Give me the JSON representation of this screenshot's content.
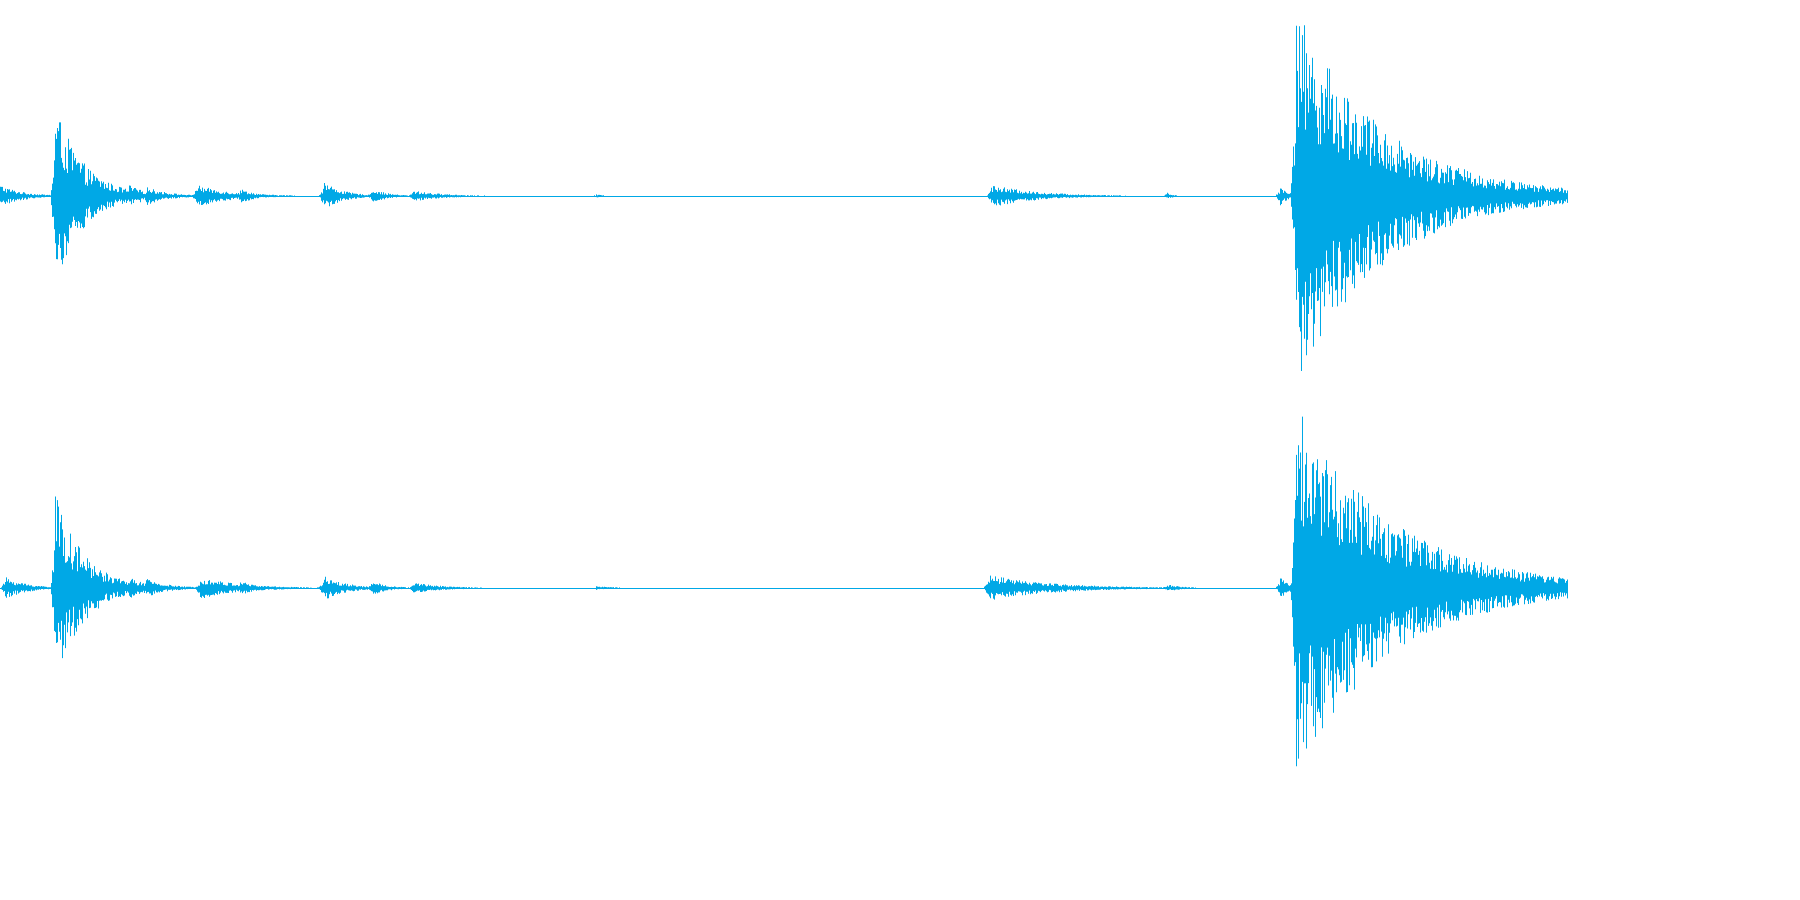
{
  "waveform": {
    "color": "#00a8e6",
    "duration_units": 1000,
    "channels": [
      {
        "events": [
          {
            "t": 0,
            "peak": 0.06,
            "decay": 14
          },
          {
            "t": 35,
            "peak": 0.48,
            "decay": 18
          },
          {
            "t": 82,
            "peak": 0.06,
            "decay": 12
          },
          {
            "t": 93,
            "peak": 0.05,
            "decay": 14
          },
          {
            "t": 125,
            "peak": 0.06,
            "decay": 22
          },
          {
            "t": 153,
            "peak": 0.04,
            "decay": 10
          },
          {
            "t": 206,
            "peak": 0.08,
            "decay": 12
          },
          {
            "t": 237,
            "peak": 0.04,
            "decay": 10
          },
          {
            "t": 263,
            "peak": 0.03,
            "decay": 20
          },
          {
            "t": 380,
            "peak": 0.01,
            "decay": 6
          },
          {
            "t": 632,
            "peak": 0.06,
            "decay": 30
          },
          {
            "t": 744,
            "peak": 0.02,
            "decay": 4
          },
          {
            "t": 816,
            "peak": 0.06,
            "decay": 6
          },
          {
            "t": 826,
            "peak": 1.0,
            "decay": 55
          }
        ]
      },
      {
        "events": [
          {
            "t": 3,
            "peak": 0.06,
            "decay": 14
          },
          {
            "t": 35,
            "peak": 0.5,
            "decay": 18
          },
          {
            "t": 82,
            "peak": 0.06,
            "decay": 12
          },
          {
            "t": 93,
            "peak": 0.05,
            "decay": 14
          },
          {
            "t": 127,
            "peak": 0.06,
            "decay": 26
          },
          {
            "t": 153,
            "peak": 0.04,
            "decay": 10
          },
          {
            "t": 206,
            "peak": 0.07,
            "decay": 14
          },
          {
            "t": 237,
            "peak": 0.04,
            "decay": 10
          },
          {
            "t": 263,
            "peak": 0.03,
            "decay": 20
          },
          {
            "t": 380,
            "peak": 0.01,
            "decay": 14
          },
          {
            "t": 630,
            "peak": 0.07,
            "decay": 40
          },
          {
            "t": 744,
            "peak": 0.02,
            "decay": 10
          },
          {
            "t": 816,
            "peak": 0.06,
            "decay": 6
          },
          {
            "t": 826,
            "peak": 1.0,
            "decay": 60
          }
        ]
      }
    ]
  }
}
